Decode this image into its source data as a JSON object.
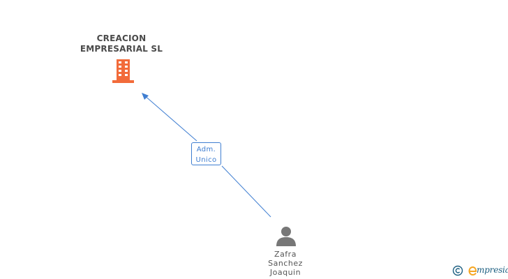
{
  "company": {
    "name_line1": "CREACION",
    "name_line2": "EMPRESARIAL SL",
    "icon": "building-icon",
    "icon_color": "#f26b3a"
  },
  "relation": {
    "role_line1": "Adm.",
    "role_line2": "Unico",
    "line_color": "#3f7ed1"
  },
  "person": {
    "name_line1": "Zafra",
    "name_line2": "Sanchez",
    "name_line3": "Joaquin",
    "icon": "person-icon",
    "icon_color": "#777777"
  },
  "footer": {
    "copyright_icon": "copyright-icon",
    "brand_initial": "e",
    "brand_name": "mpresia",
    "brand_color": "#1b5e80",
    "accent_color": "#f5a623"
  }
}
